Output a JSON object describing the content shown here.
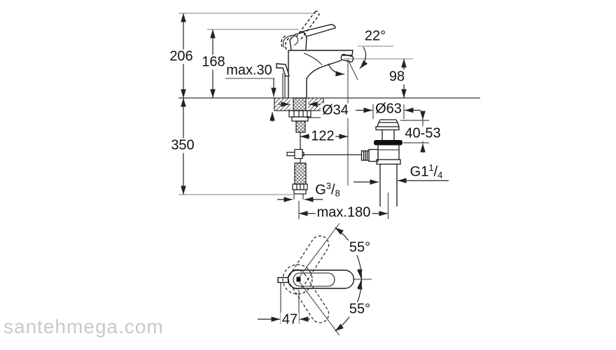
{
  "watermark": {
    "text": "santehmega.com",
    "color": "#c9c9c9"
  },
  "drawing": {
    "type": "technical-dimension-drawing",
    "subject": "Single-lever basin mixer (side view) with pop-up waste set, flexible supply connection and handle swing plan view",
    "colors": {
      "line": "#1a1a1a",
      "dimension": "#222222",
      "reference": "#9a9a9a",
      "background": "#ffffff"
    },
    "dimensions": {
      "overall_height_lever_up": "206",
      "height_to_lever": "168",
      "max_deck_thickness": "max.30",
      "spout_angle": "22°",
      "spout_outlet_height": "98",
      "mounting_hole_diameter": "Ø34",
      "waste_flange_diameter": "Ø63",
      "spout_projection": "122",
      "basin_clamping_range": "40-53",
      "supply_hose_length": "350",
      "waste_thread": {
        "prefix": "G1",
        "sup": "1",
        "slash": "/",
        "sub": "4"
      },
      "supply_thread": {
        "prefix": "G",
        "sup": "3",
        "slash": "/",
        "sub": "8"
      },
      "rod_max_length": "max.180",
      "handle_swing_up": "55°",
      "handle_swing_down": "55°",
      "handle_offset": "47"
    }
  }
}
